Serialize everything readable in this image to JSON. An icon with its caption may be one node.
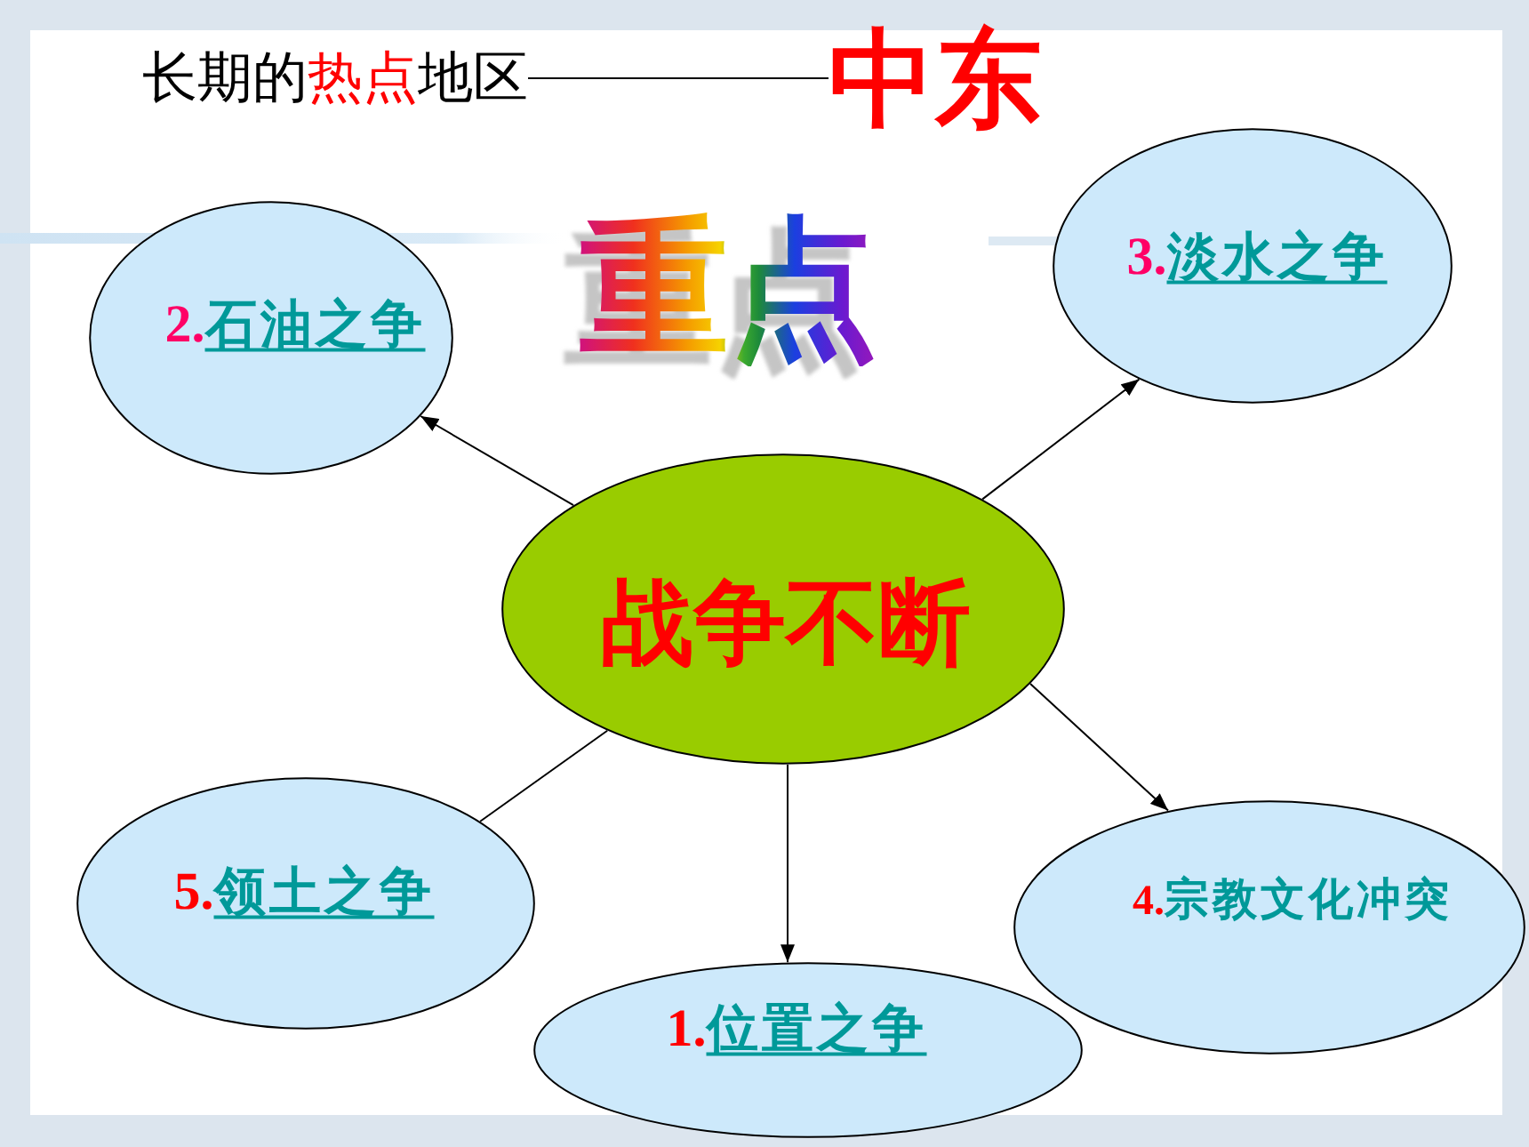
{
  "diagram": {
    "nodes": [
      {
        "text": [
          "长期的**热点**地区"
        ]
      },
      {
        "text": [
          "中东"
        ]
      },
      {
        "text": [
          "**2.**石油之争"
        ]
      },
      {
        "text": [
          "**3.**淡水之争"
        ]
      },
      {
        "text": [
          "战争不断"
        ]
      },
      {
        "text": [
          "**5.**领土之争"
        ]
      },
      {
        "text": [
          "**4.**宗教文化冲突"
        ]
      },
      {
        "text": [
          "**1.**位置之争"
        ]
      }
    ],
    "edges": [
      {
        "from": 0,
        "to": 1,
        "arrow": "none"
      },
      {
        "from": 4,
        "to": 2,
        "arrow": "to"
      },
      {
        "from": 4,
        "to": 3,
        "arrow": "to"
      },
      {
        "from": 4,
        "to": 5,
        "arrow": "none"
      },
      {
        "from": 4,
        "to": 7,
        "arrow": "to"
      },
      {
        "from": 4,
        "to": 6,
        "arrow": "to"
      }
    ],
    "labels": [
      "重点"
    ]
  }
}
